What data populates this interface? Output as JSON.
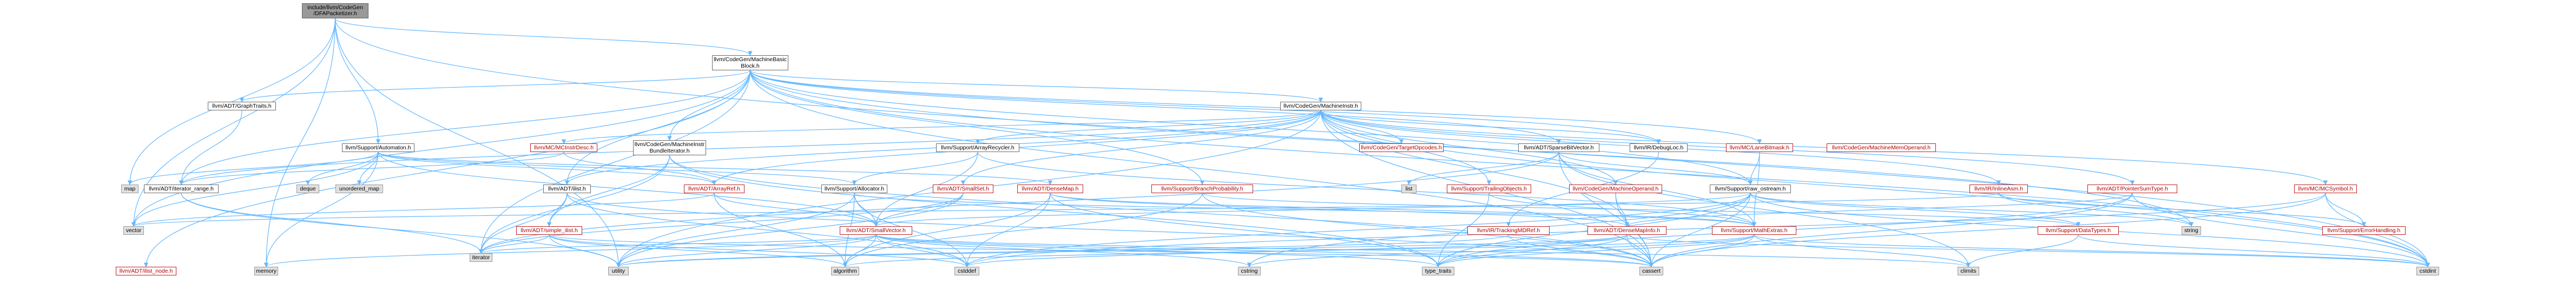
{
  "colors": {
    "edge": "#63b8ff",
    "root_fill": "#999999",
    "internal_border": "#6b6b6b",
    "missing_doc_text": "#b00000",
    "system_fill": "#e0e0e0"
  },
  "graph": {
    "root": {
      "line1": "include/llvm/CodeGen",
      "line2": "/DFAPacketizer.h"
    },
    "nodes": {
      "machine_basic_block": {
        "line1": "llvm/CodeGen/MachineBasic",
        "line2": "Block.h"
      },
      "machine_instr": "llvm/CodeGen/MachineInstr.h",
      "graph_traits": "llvm/ADT/GraphTraits.h",
      "automaton": "llvm/Support/Automaton.h",
      "bundle_iterator": {
        "line1": "llvm/CodeGen/MachineInstr",
        "line2": "BundleIterator.h"
      },
      "mc_instr_desc": "llvm/MC/MCInstrDesc.h",
      "array_recycler": "llvm/Support/ArrayRecycler.h",
      "target_opcodes": "llvm/CodeGen/TargetOpcodes.h",
      "sparse_bit_vector": "llvm/ADT/SparseBitVector.h",
      "debug_loc": "llvm/IR/DebugLoc.h",
      "lane_bitmask": "llvm/MC/LaneBitmask.h",
      "mem_operand": "llvm/CodeGen/MachineMemOperand.h",
      "iterator_range": "llvm/ADT/iterator_range.h",
      "ilist": "llvm/ADT/ilist.h",
      "array_ref": "llvm/ADT/ArrayRef.h",
      "allocator": "llvm/Support/Allocator.h",
      "small_set": "llvm/ADT/SmallSet.h",
      "dense_map": "llvm/ADT/DenseMap.h",
      "branch_probability": "llvm/Support/BranchProbability.h",
      "tracing_objects": "llvm/Support/TrailingObjects.h",
      "machine_operand": "llvm/CodeGen/MachineOperand.h",
      "raw_ostream": "llvm/Support/raw_ostream.h",
      "inline_asm": "llvm/IR/InlineAsm.h",
      "pointer_sum_type": "llvm/ADT/PointerSumType.h",
      "mc_symbol": "llvm/MC/MCSymbol.h",
      "simple_ilist": "llvm/ADT/simple_ilist.h",
      "small_vector": "llvm/ADT/SmallVector.h",
      "tracking_md_ref": "llvm/IR/TrackingMDRef.h",
      "dense_map_info": "llvm/ADT/DenseMapInfo.h",
      "math_extras": "llvm/Support/MathExtras.h",
      "data_types": "llvm/Support/DataTypes.h",
      "error_handling": "llvm/Support/ErrorHandling.h",
      "ilist_node": "llvm/ADT/ilist_node.h",
      "map": "map",
      "deque": "deque",
      "unordered_map": "unordered_map",
      "vector": "vector",
      "list": "list",
      "string": "string",
      "iterator": "iterator",
      "memory": "memory",
      "utility": "utility",
      "algorithm": "algorithm",
      "cstddef": "cstddef",
      "cstring": "cstring",
      "type_traits": "type_traits",
      "cassert": "cassert",
      "climits": "climits",
      "cstdint": "cstdint"
    }
  }
}
